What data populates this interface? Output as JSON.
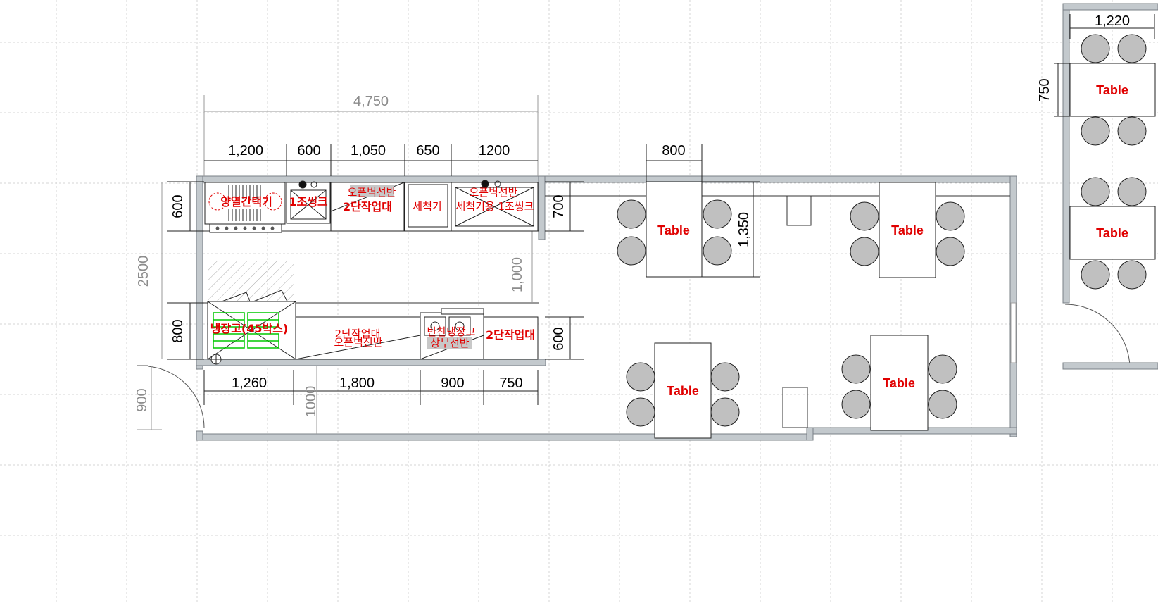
{
  "colors": {
    "wall": "#c3c9cd",
    "text_red": "#e00000",
    "equipment_green": "#00c800",
    "chair": "#c0c0c0",
    "grid": "#d6d6d6"
  },
  "dimensions": {
    "total_width": "4,750",
    "top_segments": [
      "1,200",
      "600",
      "1,050",
      "650",
      "1200"
    ],
    "bottom_segments": [
      "1,260",
      "1,800",
      "900",
      "750"
    ],
    "left_top_depth": "600",
    "left_bottom_depth": "800",
    "left_overall": "2500",
    "left_door": "900",
    "aisle": "1,000",
    "bottom_aisle": "1000",
    "right_top_depth": "700",
    "right_bottom_depth": "600",
    "table_width": "800",
    "table_length": "1,350",
    "side_table_width": "1,220",
    "side_table_depth": "750"
  },
  "equipment": {
    "gas_range": "양열간택기",
    "sink_1": "1조씽크",
    "open_shelf_1": "오픈벽선반",
    "worktable_1": "2단작업대",
    "dishwasher": "세척기",
    "open_shelf_2": "오픈벽선반",
    "dishwasher_sink": "세척기용 1조씽크",
    "fridge": "냉장고(45박스)",
    "worktable_2": "2단작업대",
    "open_shelf_3": "오픈벽선반",
    "side_fridge": "반찬냉장고",
    "upper_shelf": "상부선반",
    "worktable_3": "2단작업대"
  },
  "tables": [
    "Table",
    "Table",
    "Table",
    "Table",
    "Table",
    "Table"
  ]
}
